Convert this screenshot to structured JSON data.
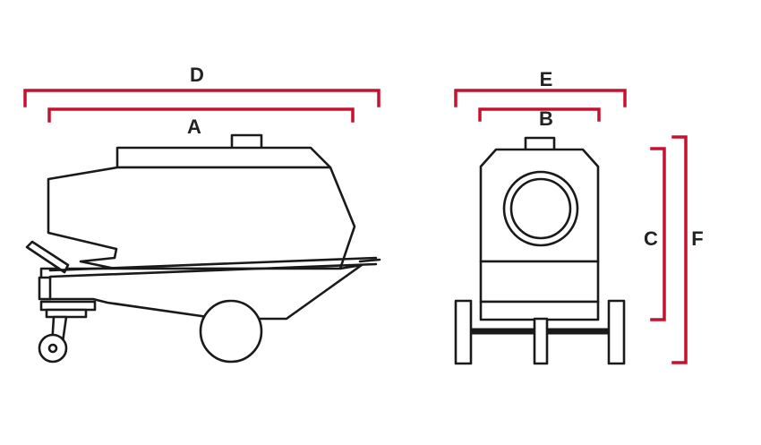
{
  "dimension_labels": {
    "A": "A",
    "B": "B",
    "C": "C",
    "D": "D",
    "E": "E",
    "F": "F"
  },
  "colors": {
    "dimension_line": "#c8102e",
    "outline": "#1a1a1a",
    "background": "#ffffff"
  }
}
